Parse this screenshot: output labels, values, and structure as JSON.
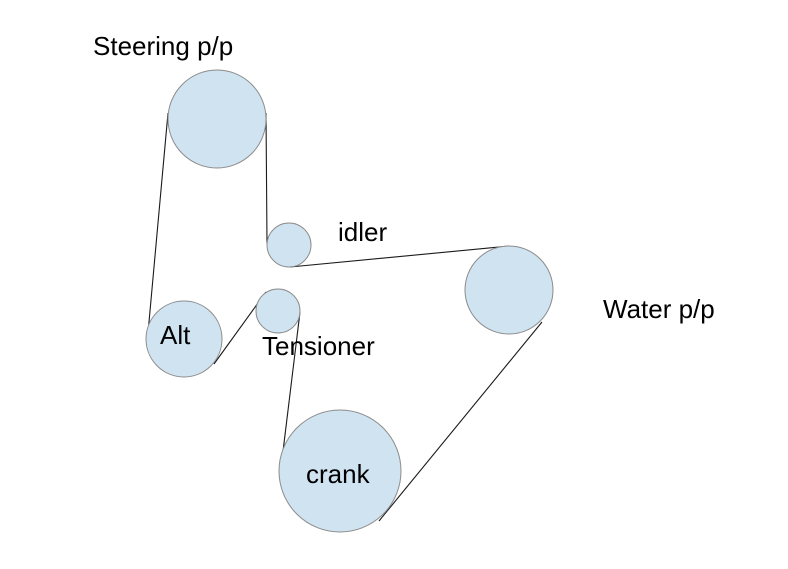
{
  "labels": {
    "steering": "Steering p/p",
    "idler": "idler",
    "water": "Water p/p",
    "alt": "Alt",
    "tensioner": "Tensioner",
    "crank": "crank"
  },
  "colors": {
    "pulley_fill": "#cfe3f1",
    "pulley_stroke": "#8c8c8c",
    "belt": "#1a1a1a"
  }
}
